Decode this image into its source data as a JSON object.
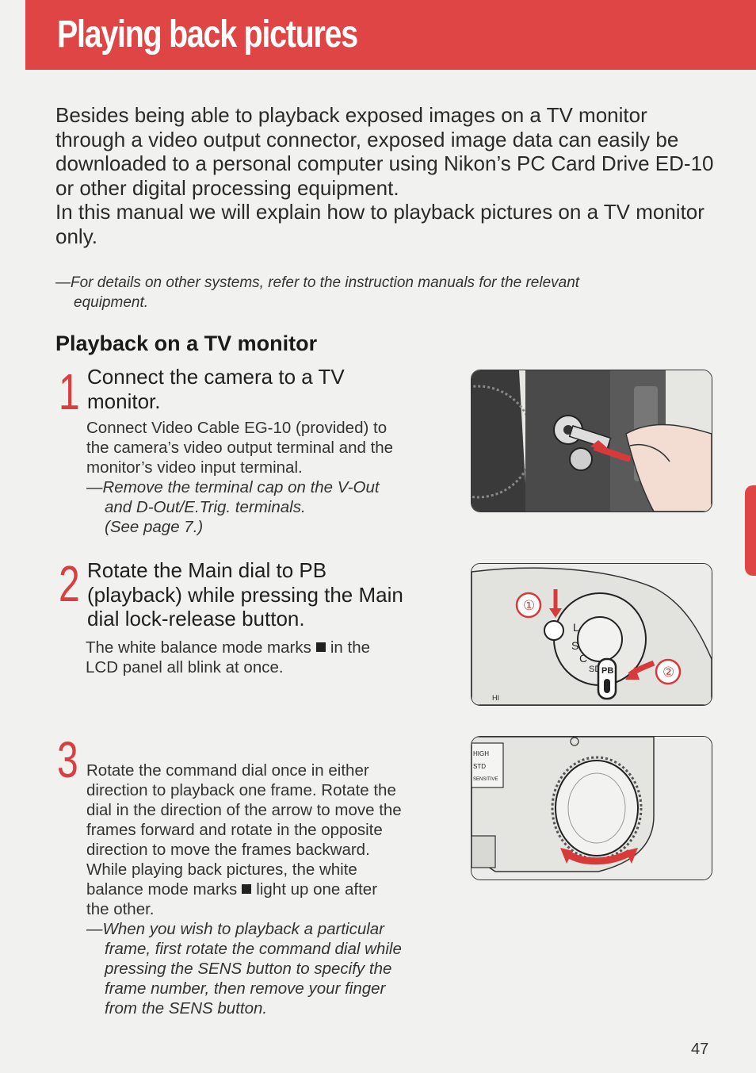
{
  "header": {
    "title": "Playing back pictures"
  },
  "intro": {
    "paragraph1": "Besides being able to playback exposed images on a TV monitor through a video output connector, exposed image data can easily be downloaded to a personal computer using Nikon’s PC Card Drive ED-10 or other digital processing equipment.",
    "paragraph2": "In this manual we will explain how to playback pictures on a TV monitor only.",
    "note_line1": "—For details on other systems, refer to the instruction manuals for the relevant",
    "note_line2": "equipment."
  },
  "section": {
    "title": "Playback on a TV monitor"
  },
  "steps": [
    {
      "number": "1",
      "heading_line1": "Connect the camera to a TV",
      "heading_line2": "monitor.",
      "body_line1": "Connect Video Cable EG-10 (provided) to",
      "body_line2": "the camera’s video output terminal and the",
      "body_line3": "monitor’s video input terminal.",
      "note_line1": "—Remove the terminal cap on the V-Out",
      "note_line2": "and D-Out/E.Trig. terminals.",
      "note_line3": "(See page 7.)"
    },
    {
      "number": "2",
      "heading_line1": "Rotate the Main dial to PB",
      "heading_line2": "(playback) while pressing the Main",
      "heading_line3": "dial lock-release button.",
      "body_line1a": "The white balance mode marks",
      "body_line1b": "in the",
      "body_line2": "LCD panel all blink at once.",
      "figure_label1": "①",
      "figure_label2": "②",
      "figure_pb": "PB",
      "figure_dial_l": "L",
      "figure_dial_s": "S",
      "figure_dial_c": "C",
      "figure_dial_sd": "SD",
      "figure_hi": "HI"
    },
    {
      "number": "3",
      "body_line1": "Rotate the command dial once in either",
      "body_line2": "direction to playback one frame. Rotate the",
      "body_line3": "dial in the direction of the arrow to move the",
      "body_line4": "frames forward and rotate in the opposite",
      "body_line5": "direction to move the frames backward.",
      "body_line6": "While playing back pictures, the white",
      "body_line7a": "balance mode marks",
      "body_line7b": "light up one after",
      "body_line8": "the other.",
      "note_line1": "—When you wish to playback a particular",
      "note_line2": "frame, first rotate the command dial while",
      "note_line3": "pressing the SENS button to specify the",
      "note_line4": "frame number, then remove your finger",
      "note_line5": "from the SENS button.",
      "figure_high": "HIGH",
      "figure_std": "STD",
      "figure_sensitive": "SENSITIVE"
    }
  ],
  "page_number": "47",
  "colors": {
    "accent": "#e04545",
    "background": "#f1f1ef"
  }
}
